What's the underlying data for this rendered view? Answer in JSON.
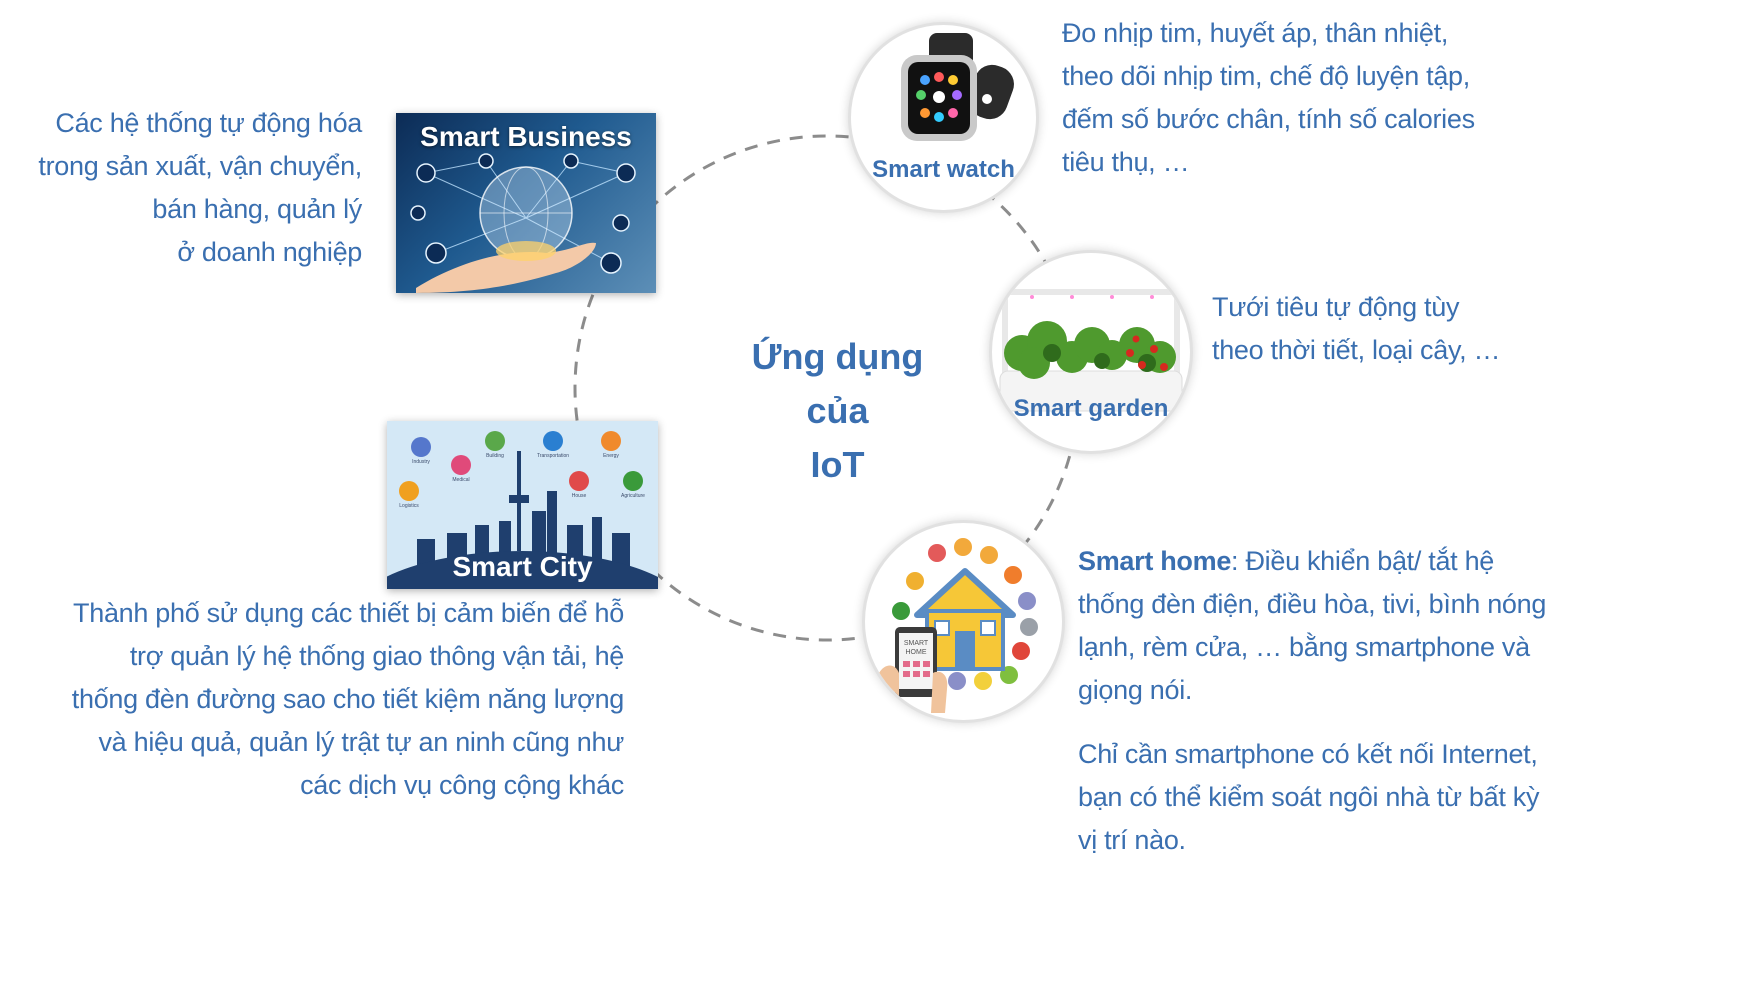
{
  "center": {
    "line1": "Ứng dụng của",
    "line2": "IoT"
  },
  "colors": {
    "text": "#3a6fb0",
    "ring": "#8c8c8c",
    "badge_bg": "#ffffff"
  },
  "nodes": {
    "business": {
      "label": "Smart Business",
      "desc": [
        "Các hệ thống tự động hóa",
        "trong sản xuất, vận chuyển,",
        "bán hàng, quản lý",
        "ở doanh nghiệp"
      ]
    },
    "watch": {
      "label": "Smart watch",
      "desc": [
        "Đo nhịp tim, huyết áp, thân nhiệt,",
        "theo dõi nhịp tim, chế độ luyện tập,",
        "đếm số bước chân, tính số calories",
        "tiêu thụ, …"
      ]
    },
    "garden": {
      "label": "Smart garden",
      "desc": [
        "Tưới tiêu tự động tùy",
        "theo thời tiết, loại cây, …"
      ]
    },
    "home": {
      "label": "Smart home",
      "desc_rest": ": Điều khiển bật/ tắt hệ",
      "desc": [
        "thống đèn điện, điều hòa, tivi, bình nóng",
        "lạnh, rèm cửa, … bằng smartphone và",
        "giọng nói."
      ],
      "note": [
        "Chỉ cần smartphone có kết nối Internet,",
        "bạn có thể kiểm soát ngôi nhà từ bất kỳ",
        "vị trí nào."
      ],
      "phone_text": [
        "SMART",
        "HOME"
      ]
    },
    "city": {
      "label": "Smart City",
      "desc": [
        "Thành phố sử dụng các thiết bị cảm biến để hỗ",
        "trợ quản lý hệ thống giao thông vận tải, hệ",
        "thống đèn đường sao cho tiết kiệm năng lượng",
        "và hiệu quả, quản lý trật tự an ninh cũng như",
        "các dịch vụ công cộng khác"
      ],
      "icons": [
        "Industry",
        "Building",
        "Transportation",
        "Energy",
        "Medical",
        "House",
        "Agriculture",
        "Logistics"
      ]
    }
  }
}
